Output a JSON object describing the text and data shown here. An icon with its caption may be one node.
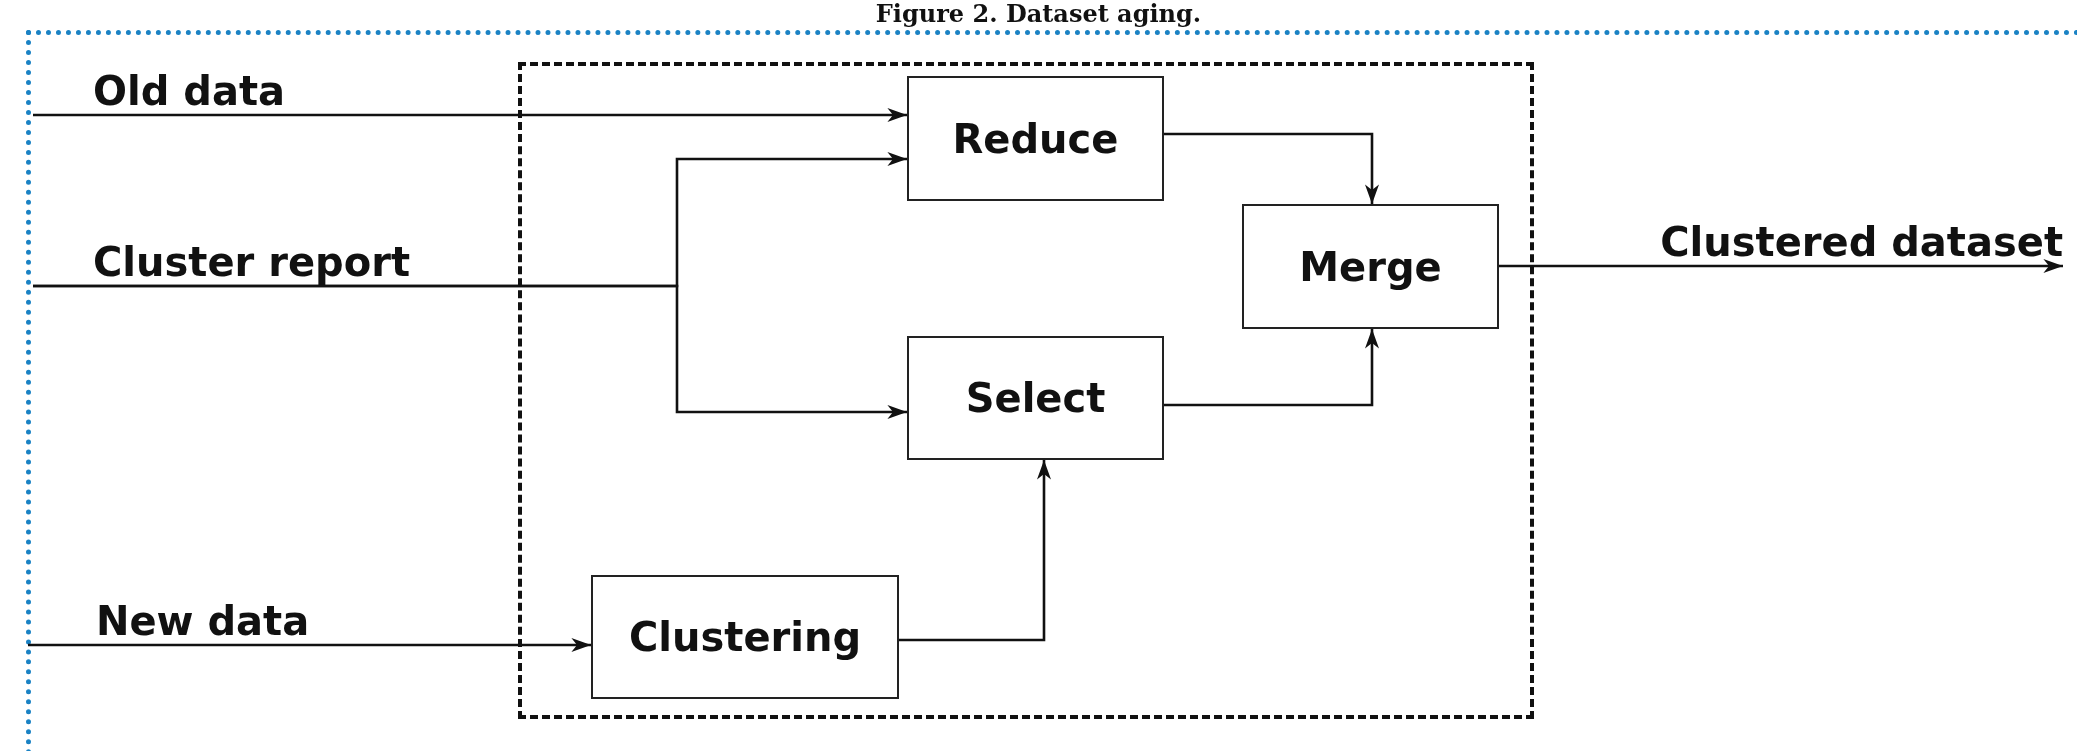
{
  "diagram": {
    "title": "Figure 2. Dataset aging.",
    "nodes": [
      {
        "text": [],
        "shape": "box"
      },
      {
        "text": [
          "Old data"
        ]
      },
      {
        "text": [
          "Cluster report"
        ]
      },
      {
        "text": [
          "Reduce"
        ],
        "in": 0
      },
      {
        "text": [
          "Merge"
        ],
        "in": 0
      },
      {
        "text": [
          "Select"
        ],
        "in": 0
      },
      {
        "text": [
          "Clustered dataset"
        ]
      },
      {
        "text": [
          "New data"
        ]
      },
      {
        "text": [
          "Clustering"
        ],
        "in": 0
      }
    ],
    "edges": [
      {
        "from": 1,
        "to": 3,
        "arrow": "to"
      },
      {
        "from": 2,
        "to": 3,
        "arrow": "to"
      },
      {
        "from": 2,
        "to": 5,
        "arrow": "to"
      },
      {
        "from": 7,
        "to": 8,
        "arrow": "to"
      },
      {
        "from": 8,
        "to": 5,
        "arrow": "to"
      },
      {
        "from": 3,
        "to": 4,
        "arrow": "to"
      },
      {
        "from": 5,
        "to": 4,
        "arrow": "to"
      },
      {
        "from": 4,
        "to": 6,
        "arrow": "to"
      }
    ]
  }
}
